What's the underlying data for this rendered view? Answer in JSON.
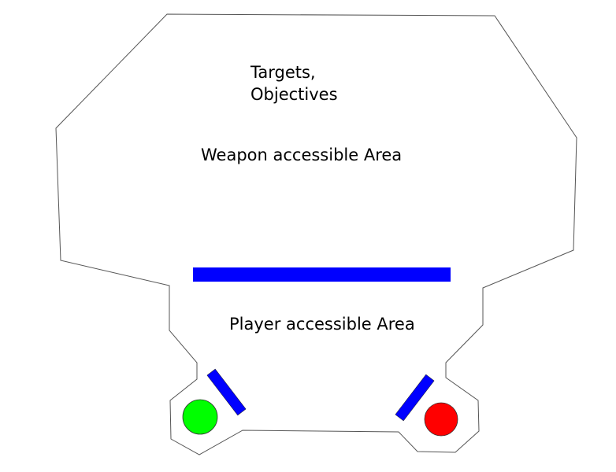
{
  "labels": {
    "targets_line1": "Targets,",
    "targets_line2": "Objectives",
    "weapon_area": "Weapon accessible Area",
    "player_area": "Player accessible Area"
  },
  "colors": {
    "barrier": "#0000ff",
    "player_green": "#00ff00",
    "player_red": "#ff0000",
    "outline": "#555555"
  }
}
